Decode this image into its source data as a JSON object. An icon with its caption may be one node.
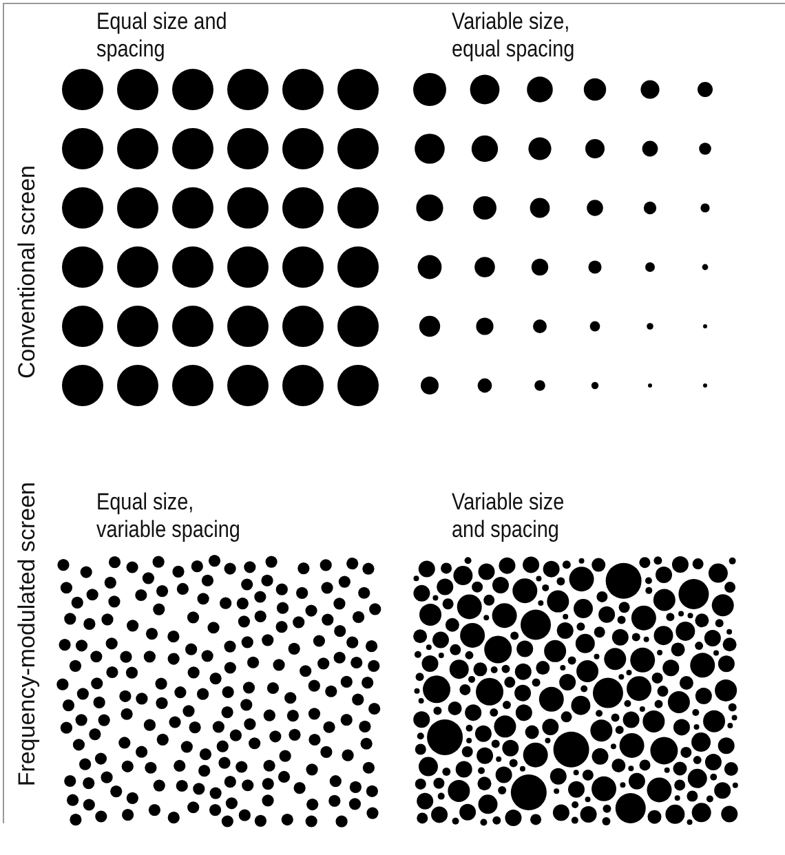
{
  "diagram": {
    "labels": [
      "Equal size and spacing",
      "Variable size, equal spacing",
      "Conventional screen",
      "Equal size, variable spacing",
      "Variable size and spacing",
      "Frequency-modulated screen"
    ]
  }
}
